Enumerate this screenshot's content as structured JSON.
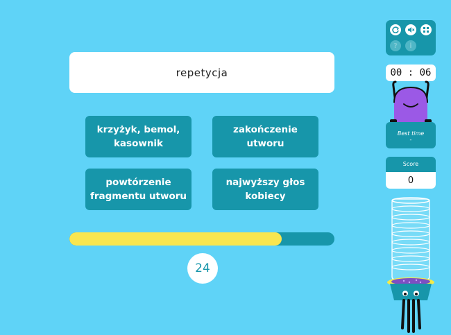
{
  "question": {
    "text": "repetycja"
  },
  "answers": [
    {
      "label": "krzyżyk, bemol, kasownik"
    },
    {
      "label": "zakończenie utworu"
    },
    {
      "label": "powtórzenie fragmentu utworu"
    },
    {
      "label": "najwyższy głos kobiecy"
    }
  ],
  "progress": {
    "fraction": 0.8
  },
  "counter": {
    "value": "24"
  },
  "toolbar": {
    "icons": [
      "restart-icon",
      "mute-icon",
      "fullscreen-icon",
      "help-icon",
      "info-icon"
    ],
    "help_glyph": "?",
    "info_glyph": "i"
  },
  "timer": {
    "value": "00 : 06"
  },
  "best_time": {
    "label": "Best time",
    "value": "-"
  },
  "score": {
    "label": "Score",
    "value": "0"
  },
  "colors": {
    "background": "#5fd3f7",
    "panel": "#1796aa",
    "progress": "#f9e64f",
    "monster": "#9b59e6",
    "tube_basket": "#f5ea4a"
  }
}
